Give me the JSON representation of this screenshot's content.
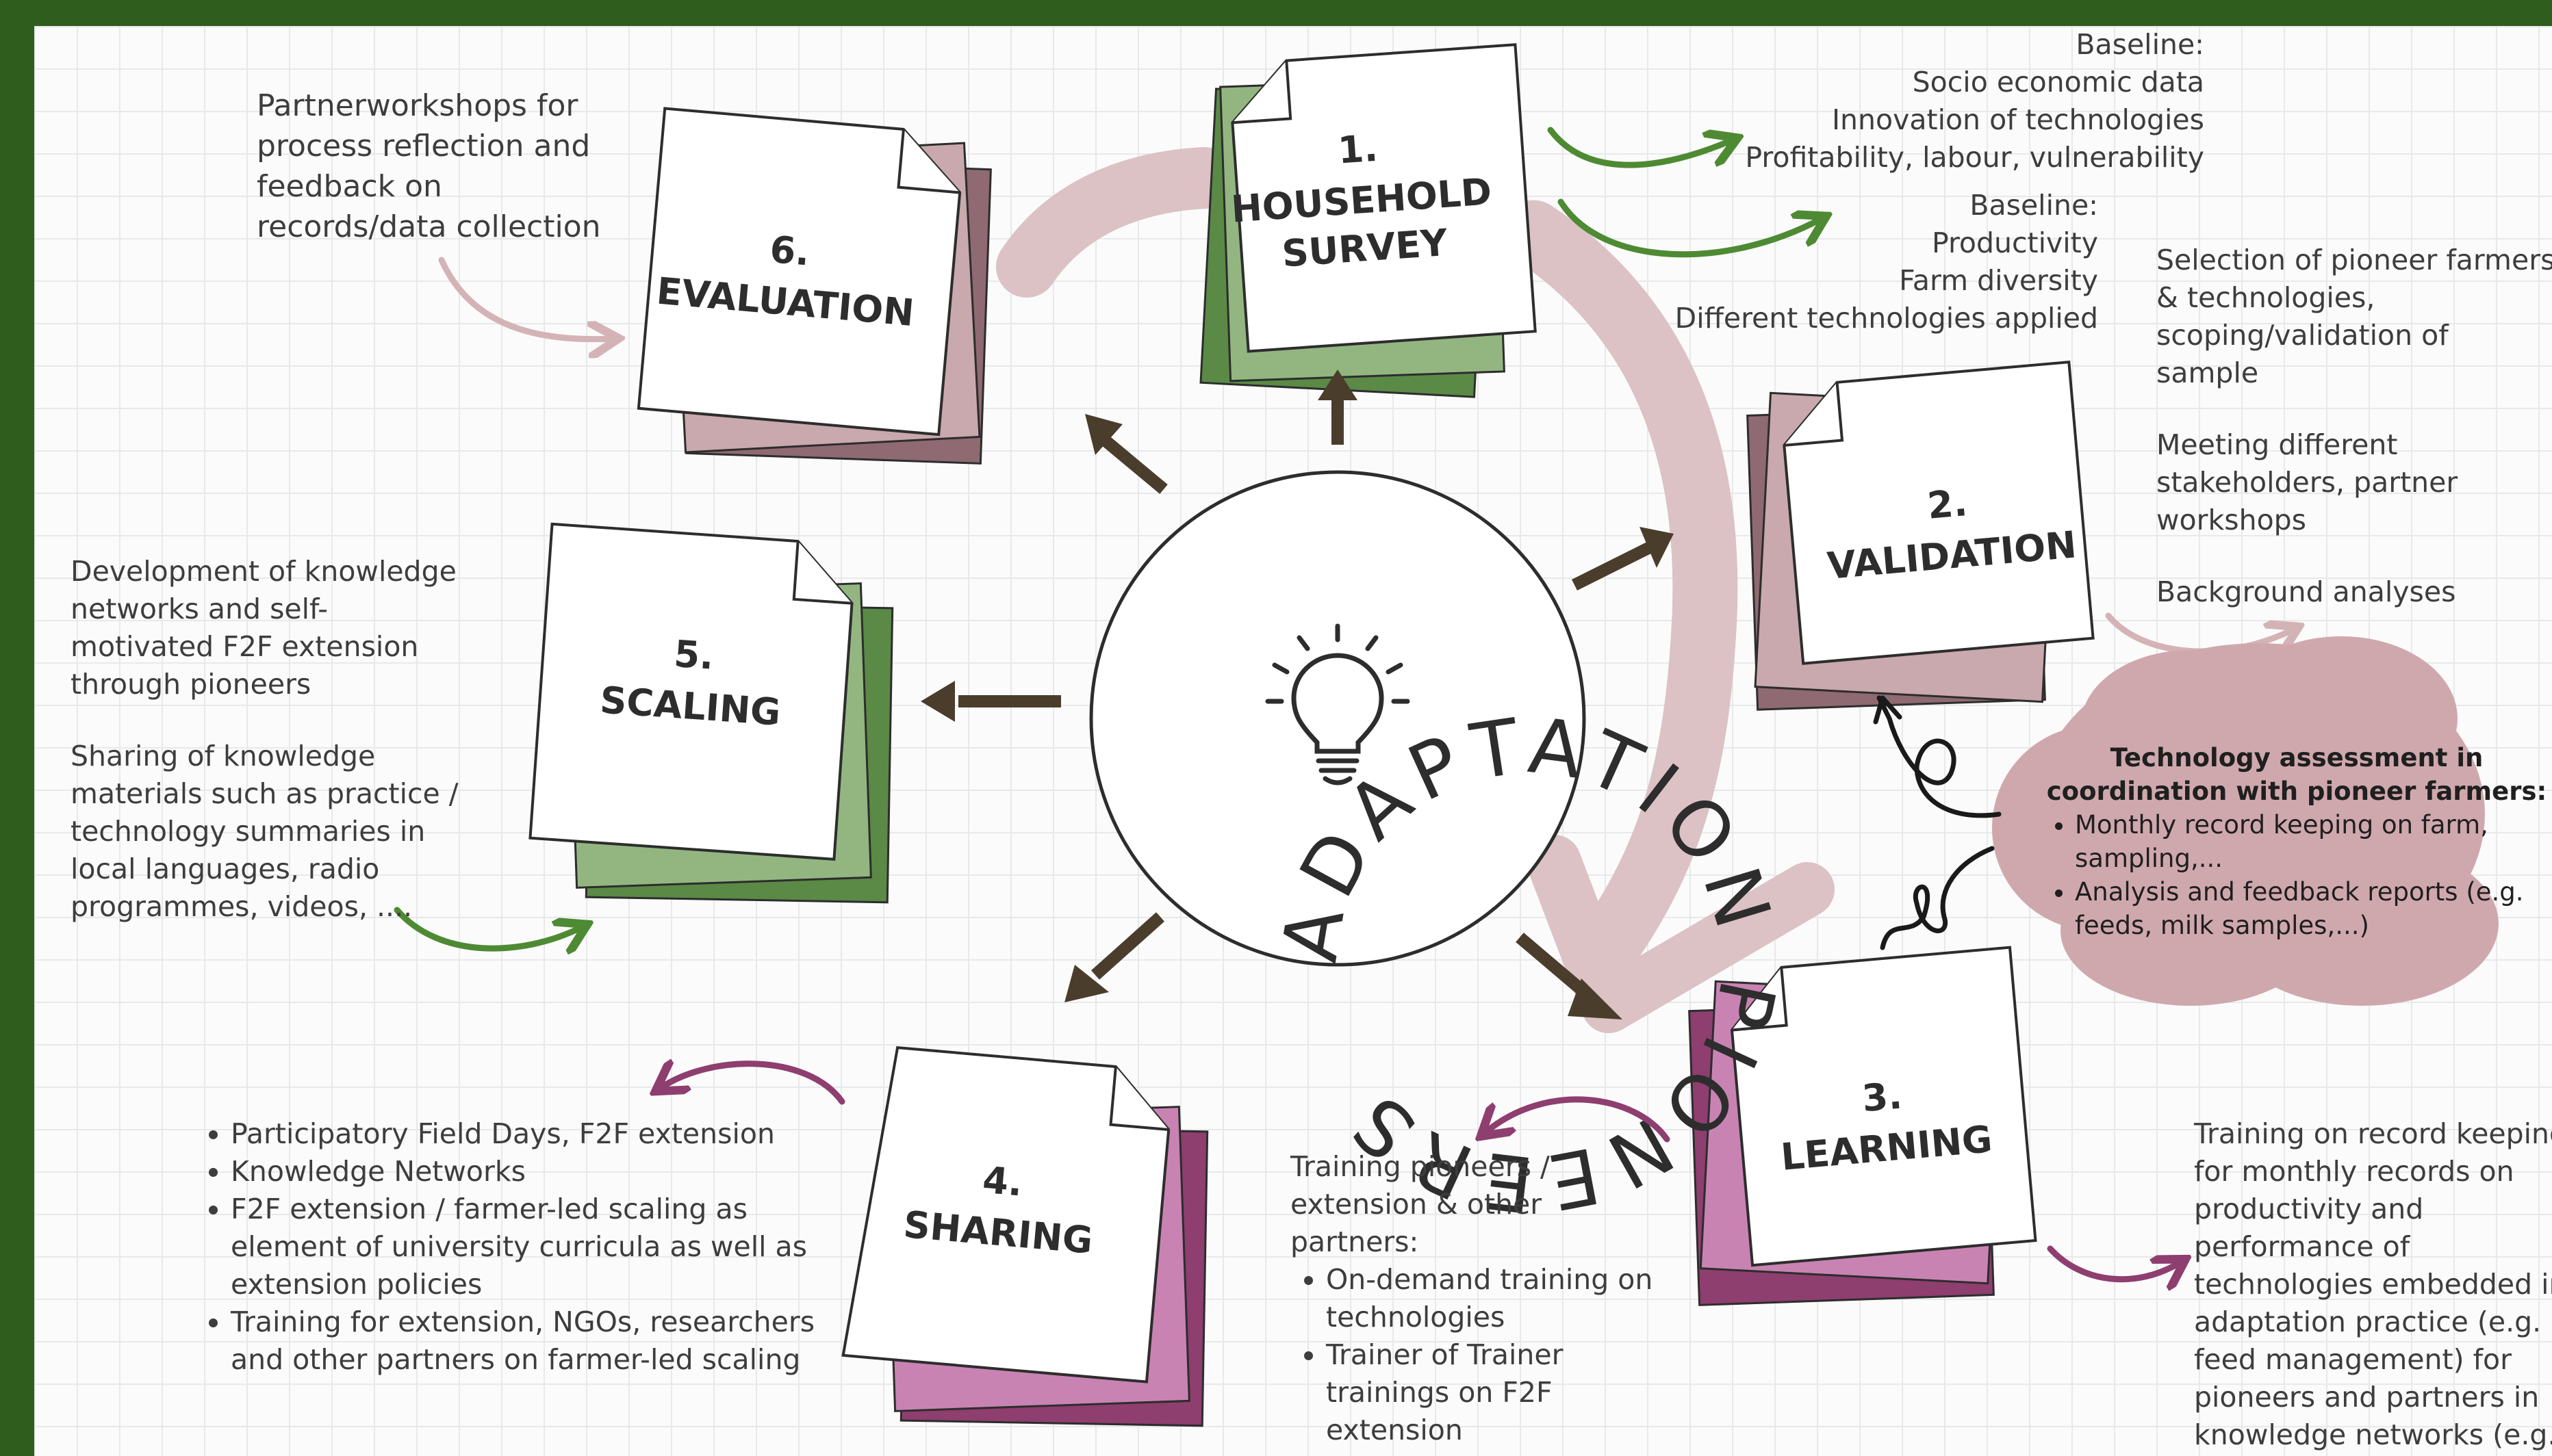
{
  "cards": {
    "household_survey": {
      "number": "1.",
      "line1": "HOUSEHOLD",
      "line2": "SURVEY"
    },
    "validation": {
      "number": "2.",
      "line1": "VALIDATION"
    },
    "learning": {
      "number": "3.",
      "line1": "LEARNING"
    },
    "sharing": {
      "number": "4.",
      "line1": "SHARING"
    },
    "scaling": {
      "number": "5.",
      "line1": "SCALING"
    },
    "evaluation": {
      "number": "6.",
      "line1": "EVALUATION"
    }
  },
  "center": {
    "text": "ADAPTATION PIONEERS",
    "icon": "lightbulb-icon"
  },
  "notes": {
    "baseline_socio": [
      "Baseline:",
      "Socio economic data",
      "Innovation of technologies",
      "Profitability, labour, vulnerability"
    ],
    "baseline_productivity": [
      "Baseline:",
      "Productivity",
      "Farm diversity",
      "Different technologies applied"
    ],
    "validation_notes": [
      "Selection of pioneer farmers & technologies, scoping/validation of sample",
      "Meeting different stakeholders, partner workshops",
      "Background analyses"
    ],
    "tech_assessment": {
      "title": "Technology assessment in coordination with pioneer farmers:",
      "items": [
        "Monthly record keeping on farm, sampling,...",
        "Analysis and feedback reports (e.g. feeds, milk samples,...)"
      ]
    },
    "record_training": "Training on record keeping for monthly records on productivity and performance of technologies embedded in adaptation practice (e.g. feed management) for pioneers and partners in knowledge networks (e.g. extension)",
    "training_pioneers": {
      "intro": "Training pioneers / extension & other partners:",
      "items": [
        "On-demand training on technologies",
        "Trainer of Trainer trainings on F2F extension"
      ]
    },
    "sharing_items": [
      "Participatory Field Days, F2F extension",
      "Knowledge Networks",
      "F2F extension / farmer-led scaling as element of university curricula as well as extension policies",
      "Training for extension, NGOs, researchers and other partners on farmer-led scaling"
    ],
    "scaling_notes": [
      "Development of knowledge networks and self-motivated F2F extension through pioneers",
      "Sharing of knowledge materials such as practice / technology summaries in local languages, radio programmes, videos, ...."
    ],
    "evaluation_note": "Partnerworkshops for process reflection and feedback on records/data collection"
  },
  "colors": {
    "frame": "#2f5d1e",
    "green_dark": "#5a8a46",
    "green_light": "#93b681",
    "mauve_dark": "#8f6a72",
    "mauve_light": "#c9a9ad",
    "plum_dark": "#8e3e6f",
    "plum_light": "#c983b3",
    "cloud": "#cfa8ad",
    "cycle_arrow": "#dcc2c5",
    "arrow_dark": "#4a3d2c"
  }
}
